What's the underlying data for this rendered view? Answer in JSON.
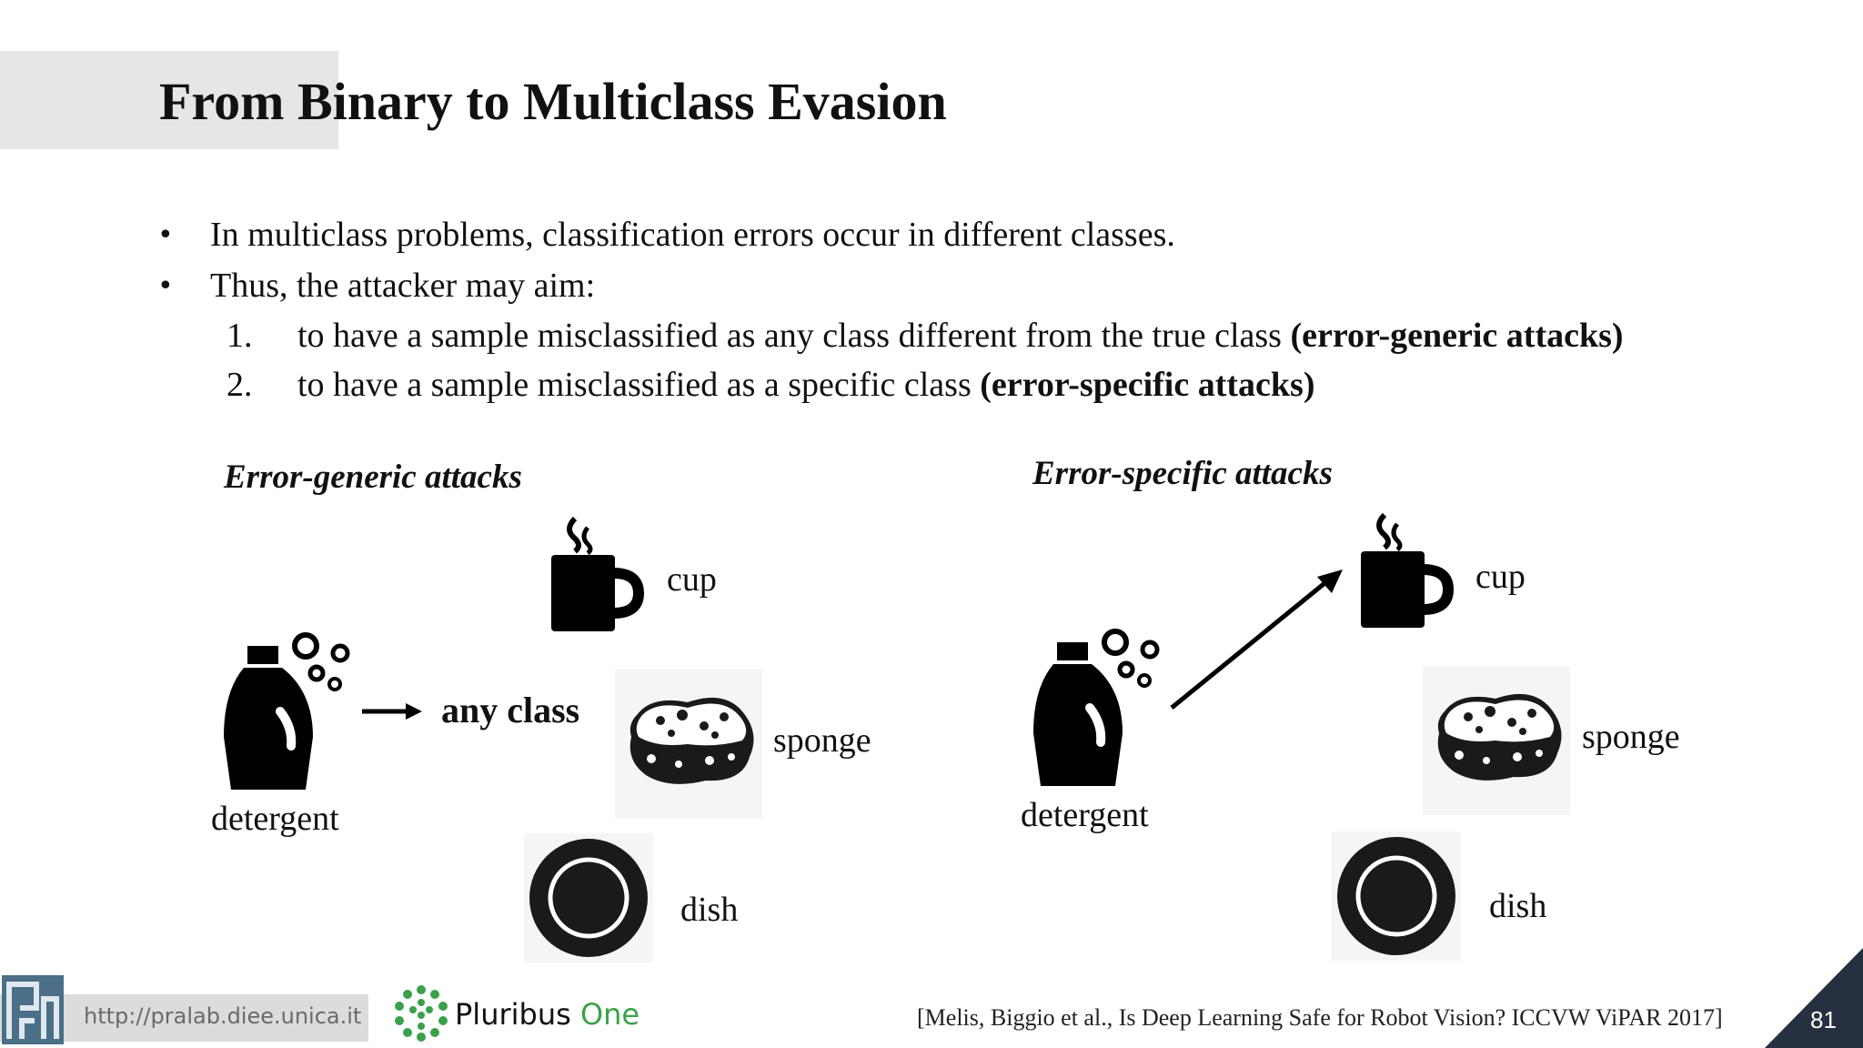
{
  "slide": {
    "title": "From Binary to Multiclass Evasion",
    "bullets": [
      "In multiclass problems, classification errors occur in different classes.",
      "Thus, the attacker may aim:"
    ],
    "numbered": [
      {
        "num": "1.",
        "text": "to have a sample misclassified as any class different from the true class ",
        "bold": "(error-generic attacks)"
      },
      {
        "num": "2.",
        "text": "to have a sample misclassified as a specific class ",
        "bold": "(error-specific attacks)"
      }
    ],
    "left_panel": {
      "heading": "Error-generic attacks",
      "source_label": "detergent",
      "target_label": "any class",
      "classes": {
        "cup": "cup",
        "sponge": "sponge",
        "dish": "dish"
      }
    },
    "right_panel": {
      "heading": "Error-specific attacks",
      "source_label": "detergent",
      "classes": {
        "cup": "cup",
        "sponge": "sponge",
        "dish": "dish"
      }
    }
  },
  "footer": {
    "url": "http://pralab.diee.unica.it",
    "brand_prefix": "Pluribus ",
    "brand_suffix": "One",
    "citation": "[Melis, Biggio et al., Is Deep Learning Safe for Robot Vision? ICCVW ViPAR 2017]",
    "page_number": "81",
    "brand_color": "#3aa14a",
    "corner_color": "#253040"
  }
}
